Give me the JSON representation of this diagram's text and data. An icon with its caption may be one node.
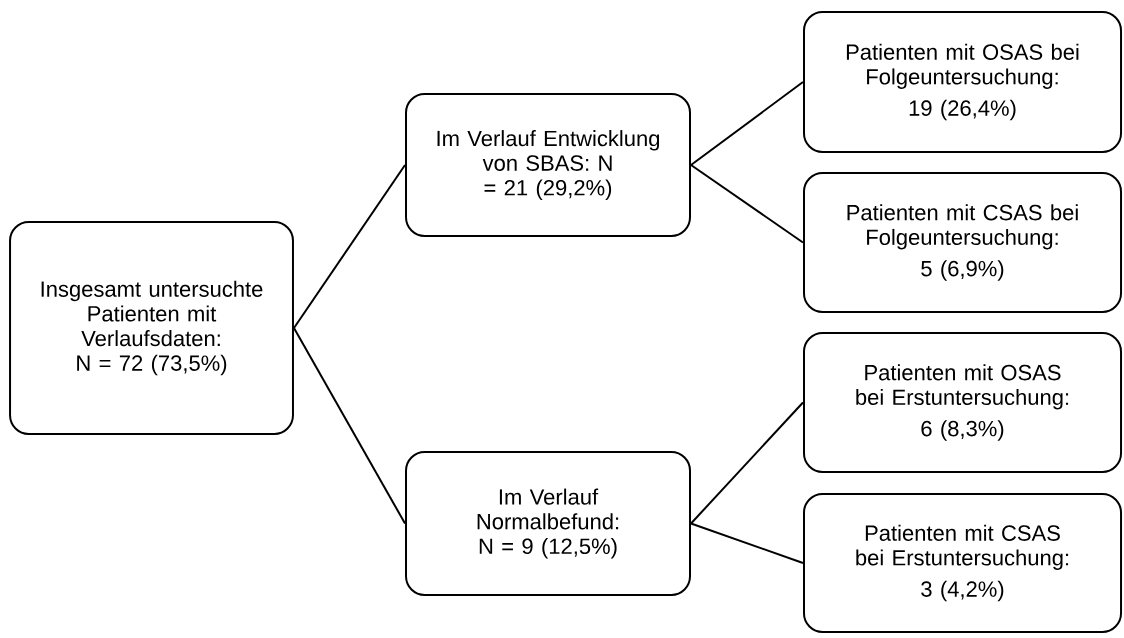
{
  "diagram": {
    "nodes": [
      {
        "text": [
          "Insgesamt untersuchte Patienten mit Verlaufsdaten: N = 72 (73,5%)"
        ]
      },
      {
        "text": [
          "Im Verlauf Entwicklung von SBAS: N = 21 (29,2%)"
        ]
      },
      {
        "text": [
          "Im Verlauf Normalbefund: N = 9 (12,5%)"
        ]
      },
      {
        "text": [
          "Patienten mit OSAS bei Folgeuntersuchung:",
          "19 (26,4%)"
        ]
      },
      {
        "text": [
          "Patienten mit CSAS bei Folgeuntersuchung:",
          "5 (6,9%)"
        ]
      },
      {
        "text": [
          "Patienten mit OSAS bei Erstuntersuchung:",
          "6 (8,3%)"
        ]
      },
      {
        "text": [
          "Patienten mit CSAS bei Erstuntersuchung:",
          "3 (4,2%)"
        ]
      }
    ],
    "edges": [
      {
        "from": 0,
        "to": 1,
        "arrow": "none"
      },
      {
        "from": 0,
        "to": 2,
        "arrow": "none"
      },
      {
        "from": 1,
        "to": 3,
        "arrow": "none"
      },
      {
        "from": 1,
        "to": 4,
        "arrow": "none"
      },
      {
        "from": 2,
        "to": 5,
        "arrow": "none"
      },
      {
        "from": 2,
        "to": 6,
        "arrow": "none"
      }
    ]
  }
}
